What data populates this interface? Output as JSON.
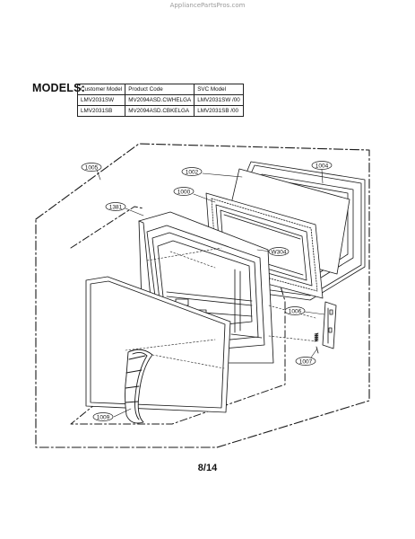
{
  "watermark": "AppliancePartsPros.com",
  "models": {
    "label": "MODELS:",
    "headers": [
      "Customer Model",
      "Product Code",
      "SVC Model"
    ],
    "rows": [
      [
        "LMV2031SW",
        "MV2094ASD.CWHELGA",
        "LMV2031SW /00"
      ],
      [
        "LMV2031SB",
        "MV2094ASD.CBKELGA",
        "LMV2031SB /00"
      ]
    ]
  },
  "callouts": {
    "c1005": "1005",
    "c1002": "1002",
    "c1004": "1004",
    "c1000": "1000",
    "c1381": "1381",
    "cW304": "W304",
    "c1006": "1006",
    "c1007": "1007",
    "c1009": "1009"
  },
  "page_number": "8/14"
}
